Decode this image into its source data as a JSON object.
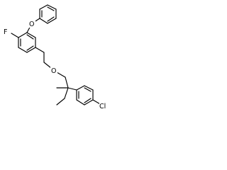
{
  "molecule": {
    "atoms": {
      "fluorine": "F",
      "ether_oxygen_phenoxy": "O",
      "ether_oxygen_benzylic": "O",
      "chlorine": "Cl"
    }
  },
  "colors": {
    "bond": "#000000",
    "label": "#000000",
    "background": "#ffffff"
  }
}
